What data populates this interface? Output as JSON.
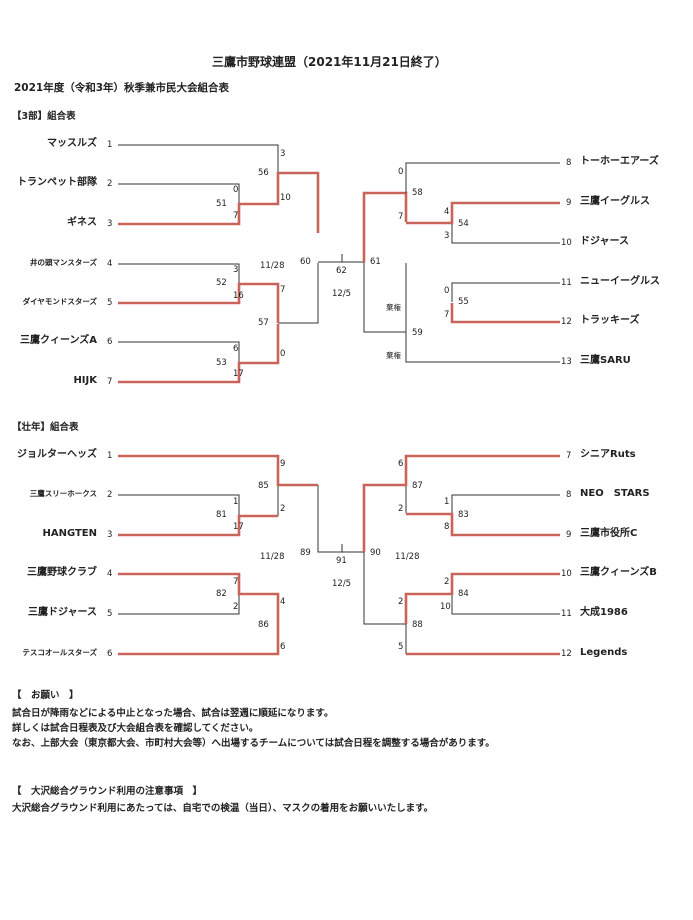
{
  "title": "三鷹市野球連盟（2021年11月21日終了）",
  "subtitle": "2021年度（令和3年）秋季兼市民大会組合表",
  "div3": {
    "heading": "【3部】組合表",
    "left_teams": [
      {
        "no": "1",
        "name": "マッスルズ"
      },
      {
        "no": "2",
        "name": "トランペット部隊"
      },
      {
        "no": "3",
        "name": "ギネス"
      },
      {
        "no": "4",
        "name": "井の頭マンスターズ"
      },
      {
        "no": "5",
        "name": "ダイヤモンドスターズ"
      },
      {
        "no": "6",
        "name": "三鷹クィーンズA"
      },
      {
        "no": "7",
        "name": "HIJK"
      }
    ],
    "right_teams": [
      {
        "no": "8",
        "name": "トーホーエアーズ"
      },
      {
        "no": "9",
        "name": "三鷹イーグルス"
      },
      {
        "no": "10",
        "name": "ドジャース"
      },
      {
        "no": "11",
        "name": "ニューイーグルス"
      },
      {
        "no": "12",
        "name": "トラッキーズ"
      },
      {
        "no": "13",
        "name": "三鷹SARU"
      }
    ],
    "games": [
      "51",
      "52",
      "53",
      "56",
      "57",
      "60",
      "62",
      "61",
      "58",
      "54",
      "55",
      "59"
    ],
    "scores": [
      "3",
      "10",
      "0",
      "7",
      "3",
      "16",
      "7",
      "6",
      "17",
      "0",
      "0",
      "7",
      "4",
      "3",
      "0",
      "7",
      "棄権",
      "棄権"
    ],
    "dates": [
      "11/28",
      "12/5"
    ]
  },
  "senior": {
    "heading": "【壮年】組合表",
    "left_teams": [
      {
        "no": "1",
        "name": "ジョルターヘッズ"
      },
      {
        "no": "2",
        "name": "三鷹スリーホークス"
      },
      {
        "no": "3",
        "name": "HANGTEN"
      },
      {
        "no": "4",
        "name": "三鷹野球クラブ"
      },
      {
        "no": "5",
        "name": "三鷹ドジャース"
      },
      {
        "no": "6",
        "name": "テスコオールスターズ"
      }
    ],
    "right_teams": [
      {
        "no": "7",
        "name": "シニアRuts"
      },
      {
        "no": "8",
        "name": "NEO　STARS"
      },
      {
        "no": "9",
        "name": "三鷹市役所C"
      },
      {
        "no": "10",
        "name": "三鷹クィーンズB"
      },
      {
        "no": "11",
        "name": "大成1986"
      },
      {
        "no": "12",
        "name": "Legends"
      }
    ],
    "games": [
      "85",
      "81",
      "82",
      "86",
      "89",
      "91",
      "90",
      "87",
      "83",
      "84",
      "88"
    ],
    "scores": [
      "9",
      "2",
      "1",
      "17",
      "7",
      "2",
      "4",
      "6",
      "6",
      "2",
      "1",
      "8",
      "2",
      "10",
      "2",
      "5"
    ],
    "dates": [
      "11/28",
      "12/5",
      "11/28"
    ]
  },
  "notes": {
    "request_heading": "【　お願い　】",
    "request_lines": [
      "試合日が降雨などによる中止となった場合、試合は翌週に順延になります。",
      "詳しくは試合日程表及び大会組合表を確認してください。",
      "なお、上部大会（東京都大会、市町村大会等）へ出場するチームについては試合日程を調整する場合があります。"
    ],
    "ground_heading": "【　大沢総合グラウンド利用の注意事項　】",
    "ground_line": "大沢総合グラウンド利用にあたっては、自宅での検温（当日）、マスクの着用をお願いいたします。"
  },
  "colors": {
    "winner_line": "#c9645a",
    "line": "#333333"
  }
}
